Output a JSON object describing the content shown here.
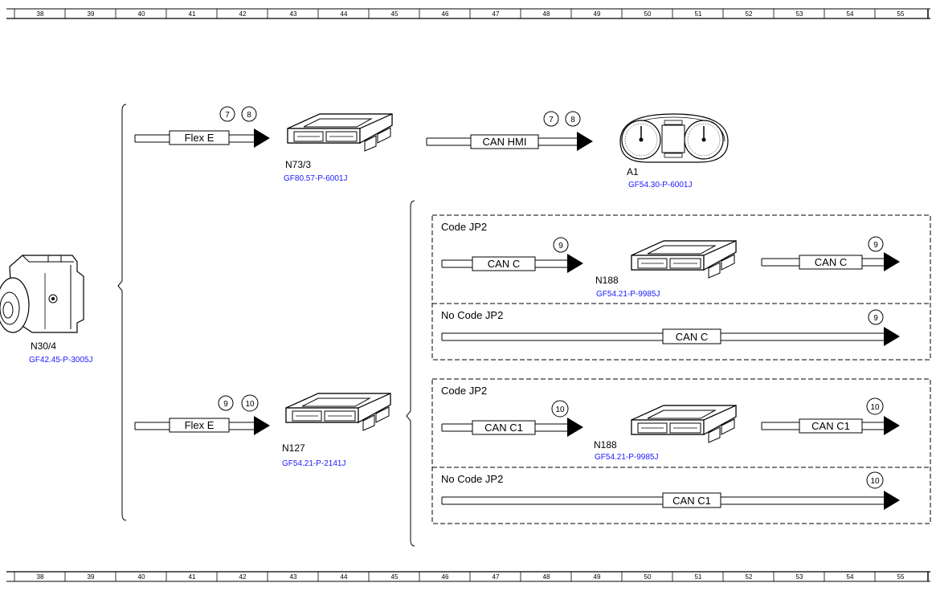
{
  "ruler": {
    "numbers": [
      "38",
      "39",
      "40",
      "41",
      "42",
      "43",
      "44",
      "45",
      "46",
      "47",
      "48",
      "49",
      "50",
      "51",
      "52",
      "53",
      "54",
      "55"
    ]
  },
  "components": {
    "n30_4": {
      "name": "N30/4",
      "ref": "GF42.45-P-3005J"
    },
    "n73_3": {
      "name": "N73/3",
      "ref": "GF80.57-P-6001J"
    },
    "a1": {
      "name": "A1",
      "ref": "GF54.30-P-6001J"
    },
    "n127": {
      "name": "N127",
      "ref": "GF54.21-P-2141J"
    },
    "n188_top": {
      "name": "N188",
      "ref": "GF54.21-P-9985J"
    },
    "n188_bottom": {
      "name": "N188",
      "ref": "GF54.21-P-9985J"
    }
  },
  "buses": {
    "flex_e_top": {
      "label": "Flex E",
      "circles": [
        "7",
        "8"
      ]
    },
    "can_hmi": {
      "label": "CAN HMI",
      "circles": [
        "7",
        "8"
      ]
    },
    "flex_e_bottom": {
      "label": "Flex E",
      "circles": [
        "9",
        "10"
      ]
    },
    "can_c_in": {
      "label": "CAN C",
      "circles": [
        "9"
      ]
    },
    "can_c_out": {
      "label": "CAN C",
      "circles": [
        "9"
      ]
    },
    "can_c_nocode": {
      "label": "CAN C",
      "circles": [
        "9"
      ]
    },
    "can_c1_in": {
      "label": "CAN C1",
      "circles": [
        "10"
      ]
    },
    "can_c1_out": {
      "label": "CAN C1",
      "circles": [
        "10"
      ]
    },
    "can_c1_nocode": {
      "label": "CAN C1",
      "circles": [
        "10"
      ]
    }
  },
  "code_boxes": {
    "code_jp2_top": "Code JP2",
    "no_code_jp2_top": "No Code JP2",
    "code_jp2_bottom": "Code JP2",
    "no_code_jp2_bottom": "No Code JP2"
  }
}
